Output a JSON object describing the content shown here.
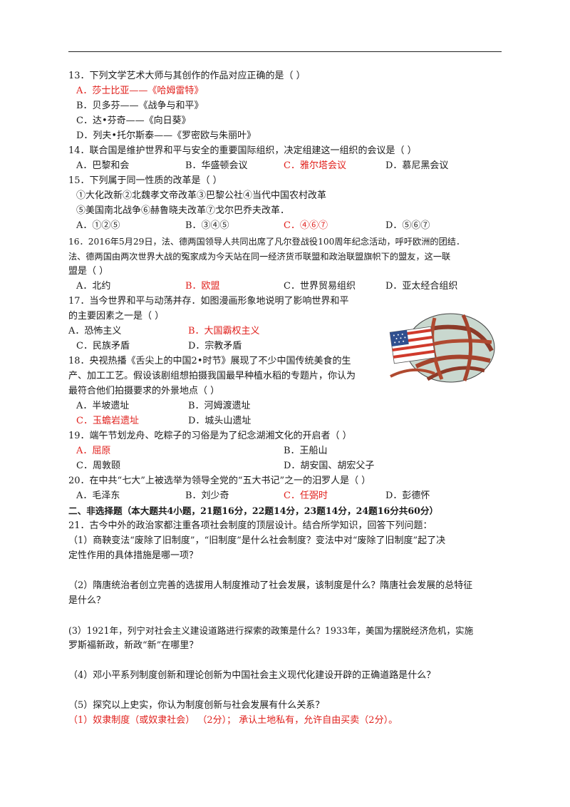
{
  "q13": {
    "stem": "13．下列文学艺术大师与其创作的作品对应正确的是（        ）",
    "options": [
      "A．莎士比亚——《哈姆雷特》",
      "B．贝多芬——《战争与和平》",
      "C．达•芬奇——《向日葵》",
      "D．列夫•托尔斯泰——《罗密欧与朱丽叶》"
    ]
  },
  "q14": {
    "stem": "14．联合国是维护世界和平与安全的重要国际组织，决定组建这一组织的会议是（        ）",
    "options": [
      "A．巴黎和会",
      "B．华盛顿会议",
      "C．雅尔塔会议",
      "D．慕尼黑会议"
    ]
  },
  "q15": {
    "stem": "15．下列属于同一性质的改革是（        ）",
    "line1": "①大化改新②北魏孝文帝改革③巴黎公社④当代中国农村改革",
    "line2": "⑤美国南北战争⑥赫鲁晓夫改革⑦戈尔巴乔夫改革．",
    "options": [
      "A．①②⑤",
      "B．③④⑤",
      "C．④⑥⑦",
      "D．⑤⑥⑦"
    ]
  },
  "q16": {
    "line1": "16．2016年5月29日，法、德两国领导人共同出席了凡尔登战役100周年纪念活动，呼吁欧洲的团结．",
    "line2": "法、德两国由两次世界大战的冤家成为今天站在同一经济货币联盟和政治联盟旗帜下的盟友，这一联",
    "line3": "盟是（        ）",
    "options": [
      "A．北约",
      "B．欧盟",
      "C．世界贸易组织",
      "D．亚太经合组织"
    ]
  },
  "q17": {
    "line1": "17．当今世界和平与动荡并存．如图漫画形象地说明了影响世界和平",
    "line2": "的主要因素之一是（        ）",
    "options": [
      "A．恐怖主义",
      "B．大国霸权主义",
      "C．民族矛盾",
      "D．宗教矛盾"
    ]
  },
  "q18": {
    "line1": "18．央视热播《舌尖上的中国2•时节》展现了不少中国传统美食的生",
    "line2": "产、加工工艺。假设该剧组想拍摄我国最早种植水稻的专题片，你认为",
    "line3": "最符合他们拍摄要求的外景地点（        ）",
    "options": [
      "A．半坡遗址",
      "B．河姆渡遗址",
      "C．玉蟾岩遗址",
      "D．城头山遗址"
    ]
  },
  "q19": {
    "stem": "19．端午节划龙舟、吃粽子的习俗是为了纪念湖湘文化的开启者（        ）",
    "options": [
      "A．屈原",
      "B．王船山",
      "C．周敦颐",
      "D．胡安国、胡宏父子"
    ]
  },
  "q20": {
    "stem": "20．在中共“七大”上被选举为领导全党的“五大书记”之一的汨罗人是（        ）",
    "options": [
      "A．毛泽东",
      "B．刘少奇",
      "C．任弼时",
      "D．彭德怀"
    ]
  },
  "section2": {
    "title": "二、非选择题（本大题共4小题，21题16分，22题14分，23题14分，24题16分共60分）"
  },
  "q21": {
    "stem": "21．古今中外的政治家都注重各项社会制度的顶层设计。结合所学知识，回答下列问题：",
    "p1a": "（1）商鞅变法“废除了旧制度”，“旧制度”是什么社会制度？变法中对“废除了旧制度”起了决",
    "p1b": "定性作用的具体措施是哪一项？",
    "p2a": "（2）隋唐统治者创立完善的选拔用人制度推动了社会发展，该制度是什么？隋唐社会发展的总特征",
    "p2b": "是什么？",
    "p3a": "(3）1921年，列宁对社会主义建设道路进行探索的政策是什么？1933年，美国为摆脱经济危机，实施",
    "p3b": "罗斯福新政，新政“新”在哪里？",
    "p4": "（4）邓小平系列制度创新和理论创新为中国社会主义现代化建设开辟的正确道路是什么？",
    "p5": "（5）探究以上史实，你认为制度创新与社会发展有什么关系？",
    "answer": "（1）奴隶制度（或奴隶社会）  （2分）；  承认土地私有，允许自由买卖（2分）。"
  },
  "colors": {
    "answer_red": "#e0201c",
    "text": "#1a1a1a"
  },
  "image": {
    "subject": "globe-wrapped-in-flag-cartoon"
  }
}
